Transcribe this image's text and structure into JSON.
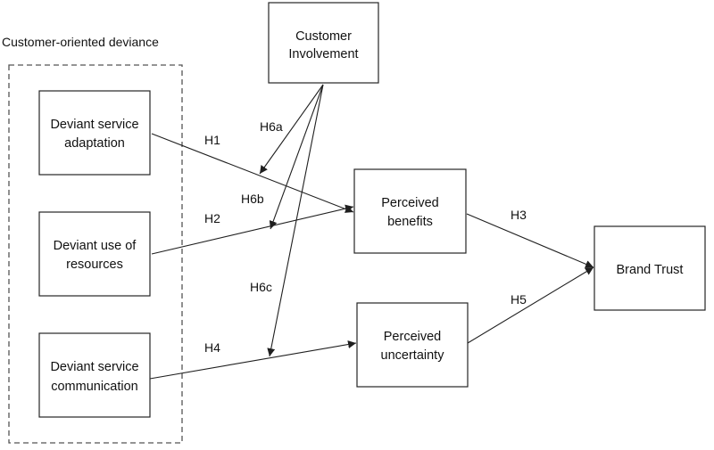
{
  "diagram": {
    "group_label": "Customer-oriented deviance",
    "nodes": {
      "customer_involvement": [
        "Customer",
        "Involvement"
      ],
      "deviant_service_adaptation": [
        "Deviant service",
        "adaptation"
      ],
      "deviant_use_of_resources": [
        "Deviant use of",
        "resources"
      ],
      "deviant_service_communication": [
        "Deviant service",
        "communication"
      ],
      "perceived_benefits": [
        "Perceived",
        "benefits"
      ],
      "perceived_uncertainty": [
        "Perceived",
        "uncertainty"
      ],
      "brand_trust": [
        "Brand Trust"
      ]
    },
    "hypotheses": {
      "h1": "H1",
      "h2": "H2",
      "h3": "H3",
      "h4": "H4",
      "h5": "H5",
      "h6a": "H6a",
      "h6b": "H6b",
      "h6c": "H6c"
    }
  }
}
